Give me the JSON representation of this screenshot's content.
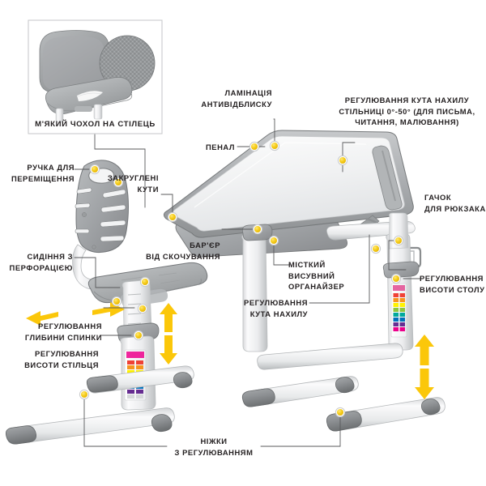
{
  "image": {
    "title": "Growing desk and chair — annotated feature diagram",
    "language": "uk",
    "background_color": "#ffffff",
    "callout_dot_color": "#f5c518",
    "arrow_color": "#fbc70a",
    "leader_line_color": "#58595b",
    "text_color": "#231f20"
  },
  "inset": {
    "caption": "М'ЯКИЙ ЧОХОЛ НА СТІЛЕЦЬ",
    "border_color": "#c9cbcd",
    "items": [
      "chair-with-soft-cover-photo",
      "fabric-texture-swatch"
    ]
  },
  "callouts": [
    {
      "id": "handle",
      "text": "РУЧКА ДЛЯ\nПЕРЕМІЩЕННЯ",
      "align": "right"
    },
    {
      "id": "perforated-seat",
      "text": "СИДІННЯ З\nПЕРФОРАЦІЄЮ",
      "align": "right"
    },
    {
      "id": "backrest-depth",
      "text": "РЕГУЛЮВАННЯ\nГЛИБИНИ СПИНКИ",
      "align": "right"
    },
    {
      "id": "chair-height",
      "text": "РЕГУЛЮВАННЯ\nВИСОТИ СТІЛЬЦЯ",
      "align": "right"
    },
    {
      "id": "rounded-corners",
      "text": "ЗАКРУГЛЕНІ\nКУТИ",
      "align": "right"
    },
    {
      "id": "pencil-case",
      "text": "ПЕНАЛ",
      "align": "right"
    },
    {
      "id": "anti-glare",
      "text": "ЛАМІНАЦІЯ\nАНТИВІДБЛИСКУ",
      "align": "right"
    },
    {
      "id": "tilt-range",
      "text": "РЕГУЛЮВАННЯ КУТА НАХИЛУ\nСТІЛЬНИЦІ 0°-50° (ДЛЯ ПИСЬМА,\nЧИТАННЯ, МАЛЮВАННЯ)",
      "align": "center"
    },
    {
      "id": "backpack-hook",
      "text": "ГАЧОК\nДЛЯ РЮКЗАКА",
      "align": "left"
    },
    {
      "id": "desk-height",
      "text": "РЕГУЛЮВАННЯ\nВИСОТИ СТОЛУ",
      "align": "left"
    },
    {
      "id": "anti-roll-bar",
      "text": "БАР'ЄР\nВІД СКОЧУВАННЯ",
      "align": "right"
    },
    {
      "id": "organizer",
      "text": "МІСТКИЙ\nВИСУВНИЙ\nОРГАНАЙЗЕР",
      "align": "left"
    },
    {
      "id": "tilt-adjust",
      "text": "РЕГУЛЮВАННЯ\nКУТА НАХИЛУ",
      "align": "right"
    },
    {
      "id": "adjustable-feet",
      "text": "НІЖКИ\nЗ РЕГУЛЮВАННЯМ",
      "align": "center"
    }
  ],
  "markers": {
    "count": 16,
    "note": "yellow circular callout dots placed on the product photo"
  },
  "arrows": [
    {
      "id": "backrest-depth-arrows",
      "direction": "horizontal-double"
    },
    {
      "id": "chair-height-arrows",
      "direction": "vertical-double"
    },
    {
      "id": "desk-height-arrows",
      "direction": "vertical-double"
    }
  ]
}
